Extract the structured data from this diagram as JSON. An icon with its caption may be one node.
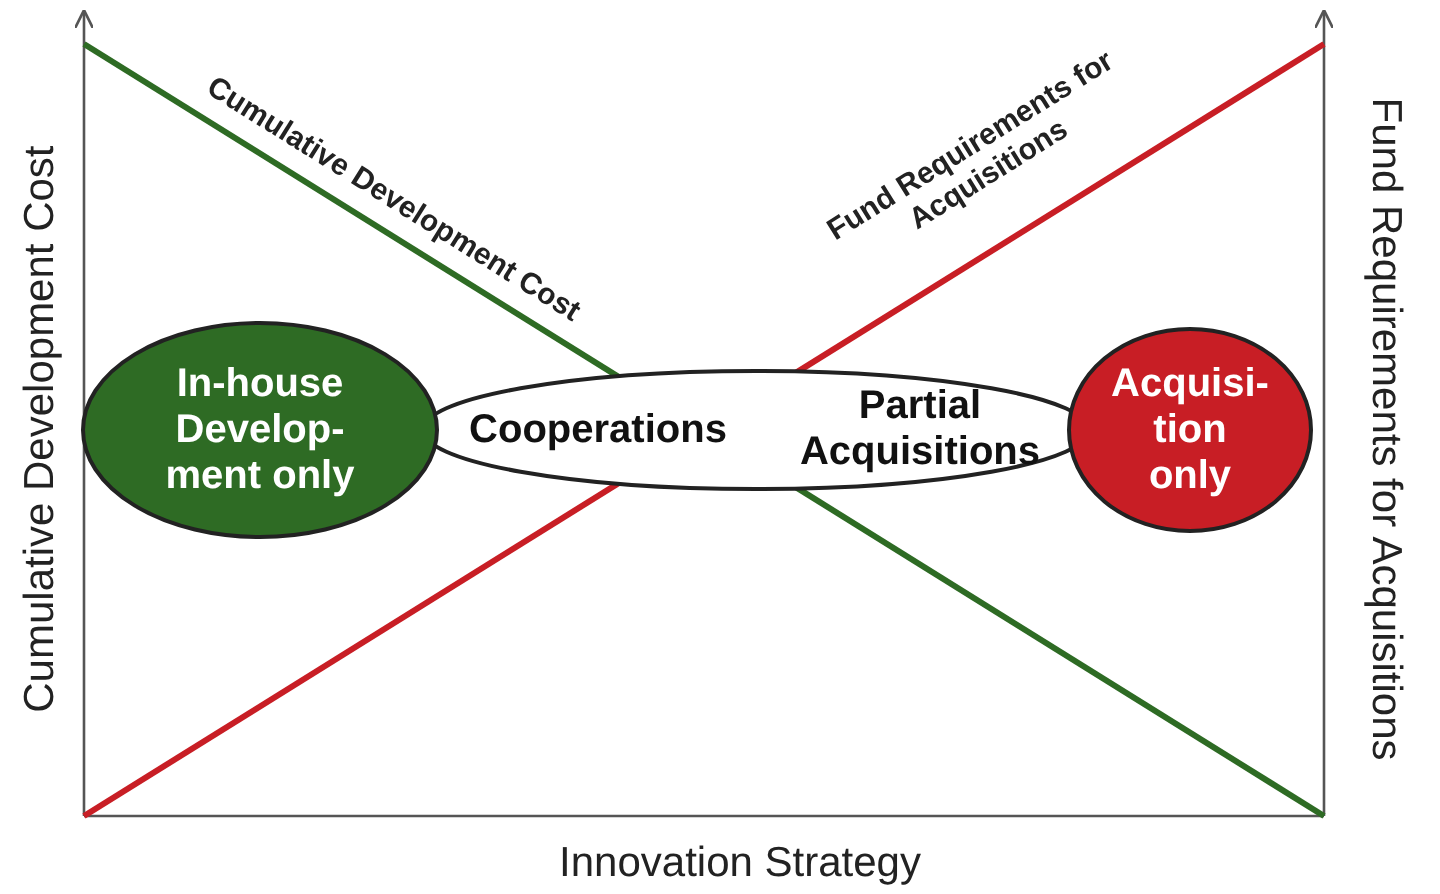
{
  "diagram": {
    "nodes": [
      {
        "text": [
          "In-house Develop-ment only"
        ]
      },
      {
        "text": [
          "Cooperations",
          "Partial Acquisitions"
        ]
      },
      {
        "text": [
          "Acquisi-tion only"
        ]
      }
    ],
    "edges": [],
    "labels": [
      "Cumulative Development Cost",
      "Fund Requirements for Acquisitions",
      "Cumulative Development Cost",
      "Fund Requirements for Acquisitions",
      "Innovation Strategy"
    ]
  }
}
